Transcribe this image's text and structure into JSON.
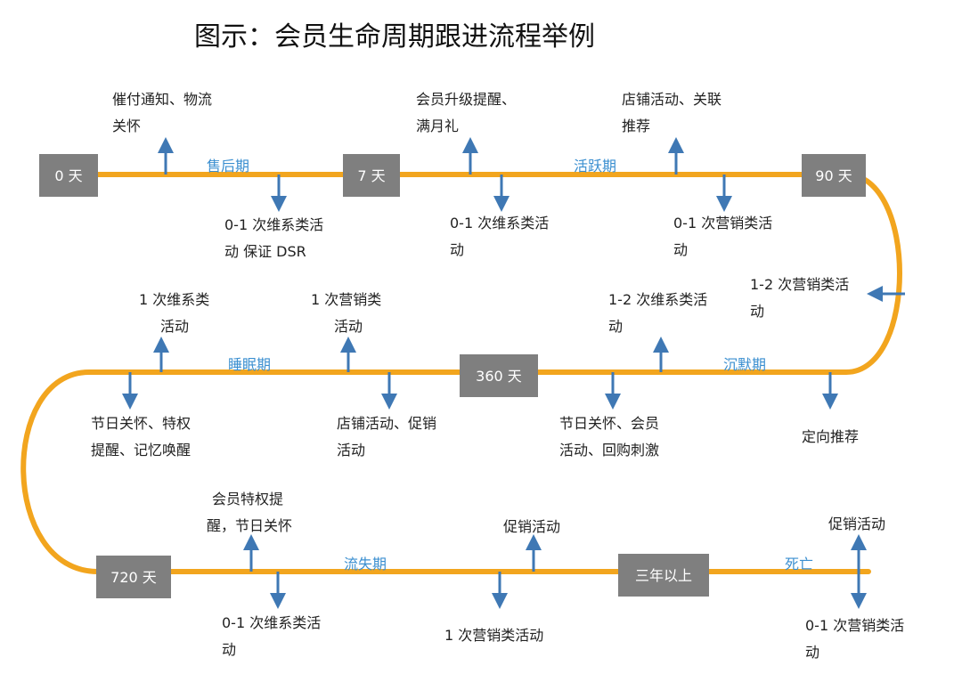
{
  "title": "图示：会员生命周期跟进流程举例",
  "colors": {
    "track": "#F2A51E",
    "milestone_box": "#7F7F7F",
    "arrow": "#3F78B4",
    "period_text": "#3B8FD0"
  },
  "milestones": [
    {
      "id": "m0",
      "label": "0 天"
    },
    {
      "id": "m7",
      "label": "7 天"
    },
    {
      "id": "m90",
      "label": "90 天"
    },
    {
      "id": "m360",
      "label": "360 天"
    },
    {
      "id": "m720",
      "label": "720 天"
    },
    {
      "id": "m3y",
      "label": "三年以上"
    }
  ],
  "periods": [
    {
      "id": "p1",
      "label": "售后期"
    },
    {
      "id": "p2",
      "label": "活跃期"
    },
    {
      "id": "p3",
      "label": "睡眠期"
    },
    {
      "id": "p4",
      "label": "沉默期"
    },
    {
      "id": "p5",
      "label": "流失期"
    },
    {
      "id": "p6",
      "label": "死亡"
    }
  ],
  "notes": [
    {
      "id": "n1",
      "lines": [
        "催付通知、物流",
        "关怀"
      ]
    },
    {
      "id": "n2",
      "lines": [
        "0-1 次维系类活",
        "动  保证 DSR"
      ]
    },
    {
      "id": "n3",
      "lines": [
        "会员升级提醒、",
        "满月礼"
      ]
    },
    {
      "id": "n4",
      "lines": [
        "0-1 次维系类活",
        "动"
      ]
    },
    {
      "id": "n5",
      "lines": [
        "店铺活动、关联",
        "推荐"
      ]
    },
    {
      "id": "n6",
      "lines": [
        "0-1 次营销类活",
        "动"
      ]
    },
    {
      "id": "n7",
      "lines": [
        "1-2 次营销类活",
        "动"
      ]
    },
    {
      "id": "n8",
      "lines": [
        "1-2 次维系类活",
        "动"
      ]
    },
    {
      "id": "n9",
      "lines": [
        "定向推荐"
      ]
    },
    {
      "id": "n10",
      "lines": [
        "节日关怀、会员",
        "活动、回购刺激"
      ]
    },
    {
      "id": "n11",
      "lines": [
        "1 次营销类",
        "活动"
      ]
    },
    {
      "id": "n12",
      "lines": [
        "店铺活动、促销",
        "活动"
      ]
    },
    {
      "id": "n13",
      "lines": [
        "1 次维系类",
        "活动"
      ]
    },
    {
      "id": "n14",
      "lines": [
        "节日关怀、特权",
        "提醒、记忆唤醒"
      ]
    },
    {
      "id": "n15",
      "lines": [
        "会员特权提",
        "醒，节日关怀"
      ]
    },
    {
      "id": "n16",
      "lines": [
        "0-1 次维系类活",
        "动"
      ]
    },
    {
      "id": "n17",
      "lines": [
        "促销活动"
      ]
    },
    {
      "id": "n18",
      "lines": [
        "1 次营销类活动"
      ]
    },
    {
      "id": "n19",
      "lines": [
        "促销活动"
      ]
    },
    {
      "id": "n20",
      "lines": [
        "0-1 次营销类活",
        "动"
      ]
    }
  ]
}
